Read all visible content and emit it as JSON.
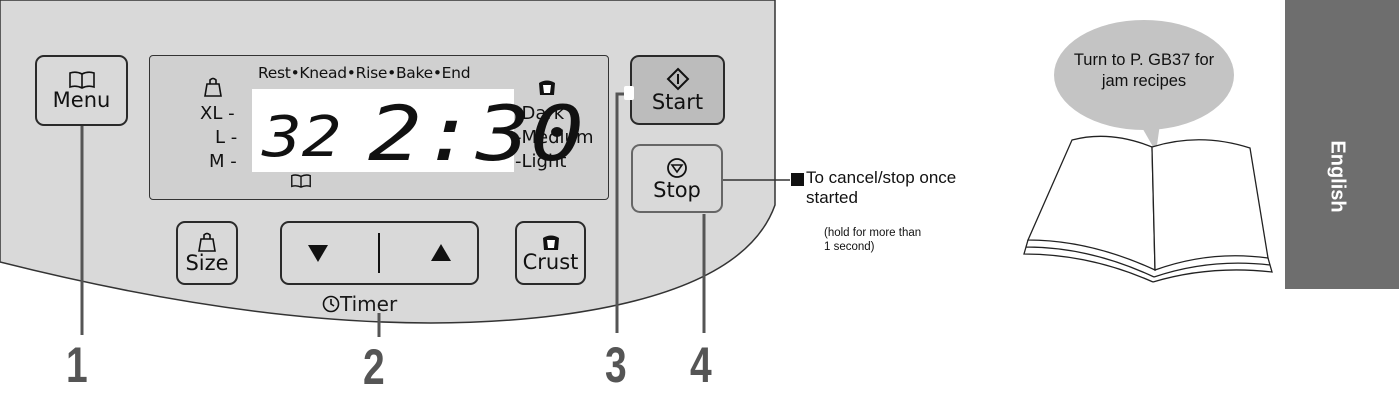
{
  "display": {
    "stages": "Rest•Knead•Rise•Bake•End",
    "sizes": [
      "XL",
      "L",
      "M"
    ],
    "crusts": [
      "Dark",
      "Medium",
      "Light"
    ],
    "menu_number": "32",
    "time": "2:30"
  },
  "buttons": {
    "menu": "Menu",
    "start": "Start",
    "stop": "Stop",
    "size": "Size",
    "crust": "Crust",
    "timer": "Timer"
  },
  "callouts": [
    "1",
    "2",
    "3",
    "4"
  ],
  "stop_note": {
    "main": "To cancel/stop once",
    "main2": "started",
    "sub": "(hold for more than",
    "sub2": "1 second)"
  },
  "bubble": {
    "line1": "Turn to P. GB37 for",
    "line2": "jam recipes"
  },
  "tab": {
    "label": "English"
  },
  "colors": {
    "panel": "#d9d9d9",
    "tab": "#6e6e6e",
    "bubble": "#c4c4c4",
    "callout": "#555555"
  }
}
